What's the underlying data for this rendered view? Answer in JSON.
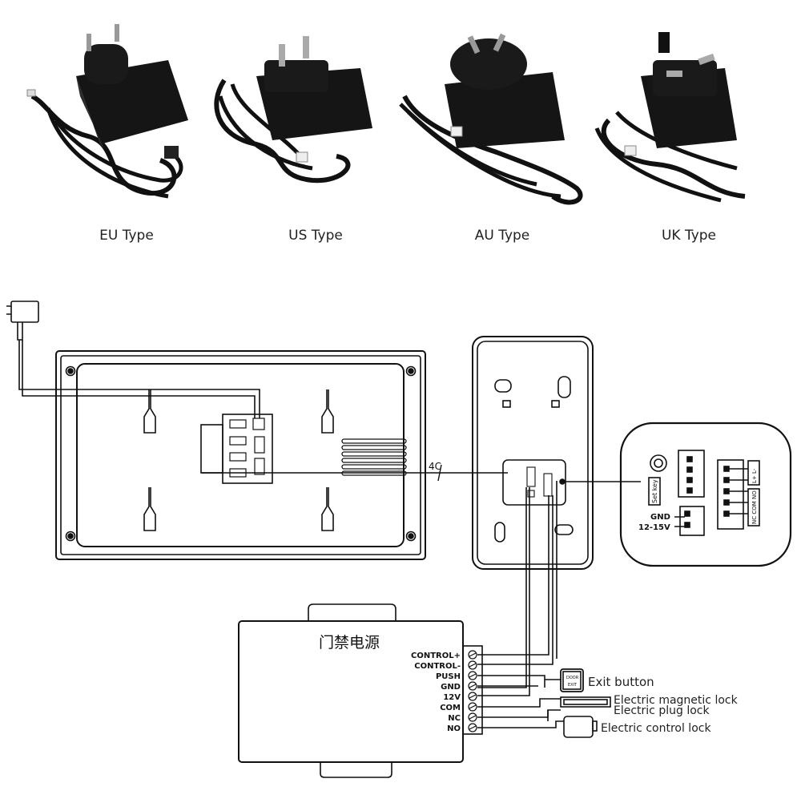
{
  "adapters": [
    {
      "label": "EU Type",
      "icon": "eu-power-adapter"
    },
    {
      "label": "US Type",
      "icon": "us-power-adapter"
    },
    {
      "label": "AU Type",
      "icon": "au-power-adapter"
    },
    {
      "label": "UK Type",
      "icon": "uk-power-adapter"
    }
  ],
  "wiring": {
    "cable_label": "4C",
    "power_supply": {
      "title": "门禁电源",
      "terminals": [
        "CONTROL+",
        "CONTROL-",
        "PUSH",
        "GND",
        "12V",
        "COM",
        "NC",
        "NO"
      ]
    },
    "exit_button": {
      "label": "Exit button",
      "icon_text": "DOOR\nEXIT"
    },
    "magnetic_lock_label": "Electric magnetic lock",
    "plug_lock_label": "Electric plug lock",
    "control_lock_label": "Electric control lock",
    "zoom": {
      "set_key": "Set key",
      "gnd": "GND",
      "voltage": "12-15V",
      "l_terms": "L+ L-",
      "relay_terms": "NC COM NO"
    }
  }
}
